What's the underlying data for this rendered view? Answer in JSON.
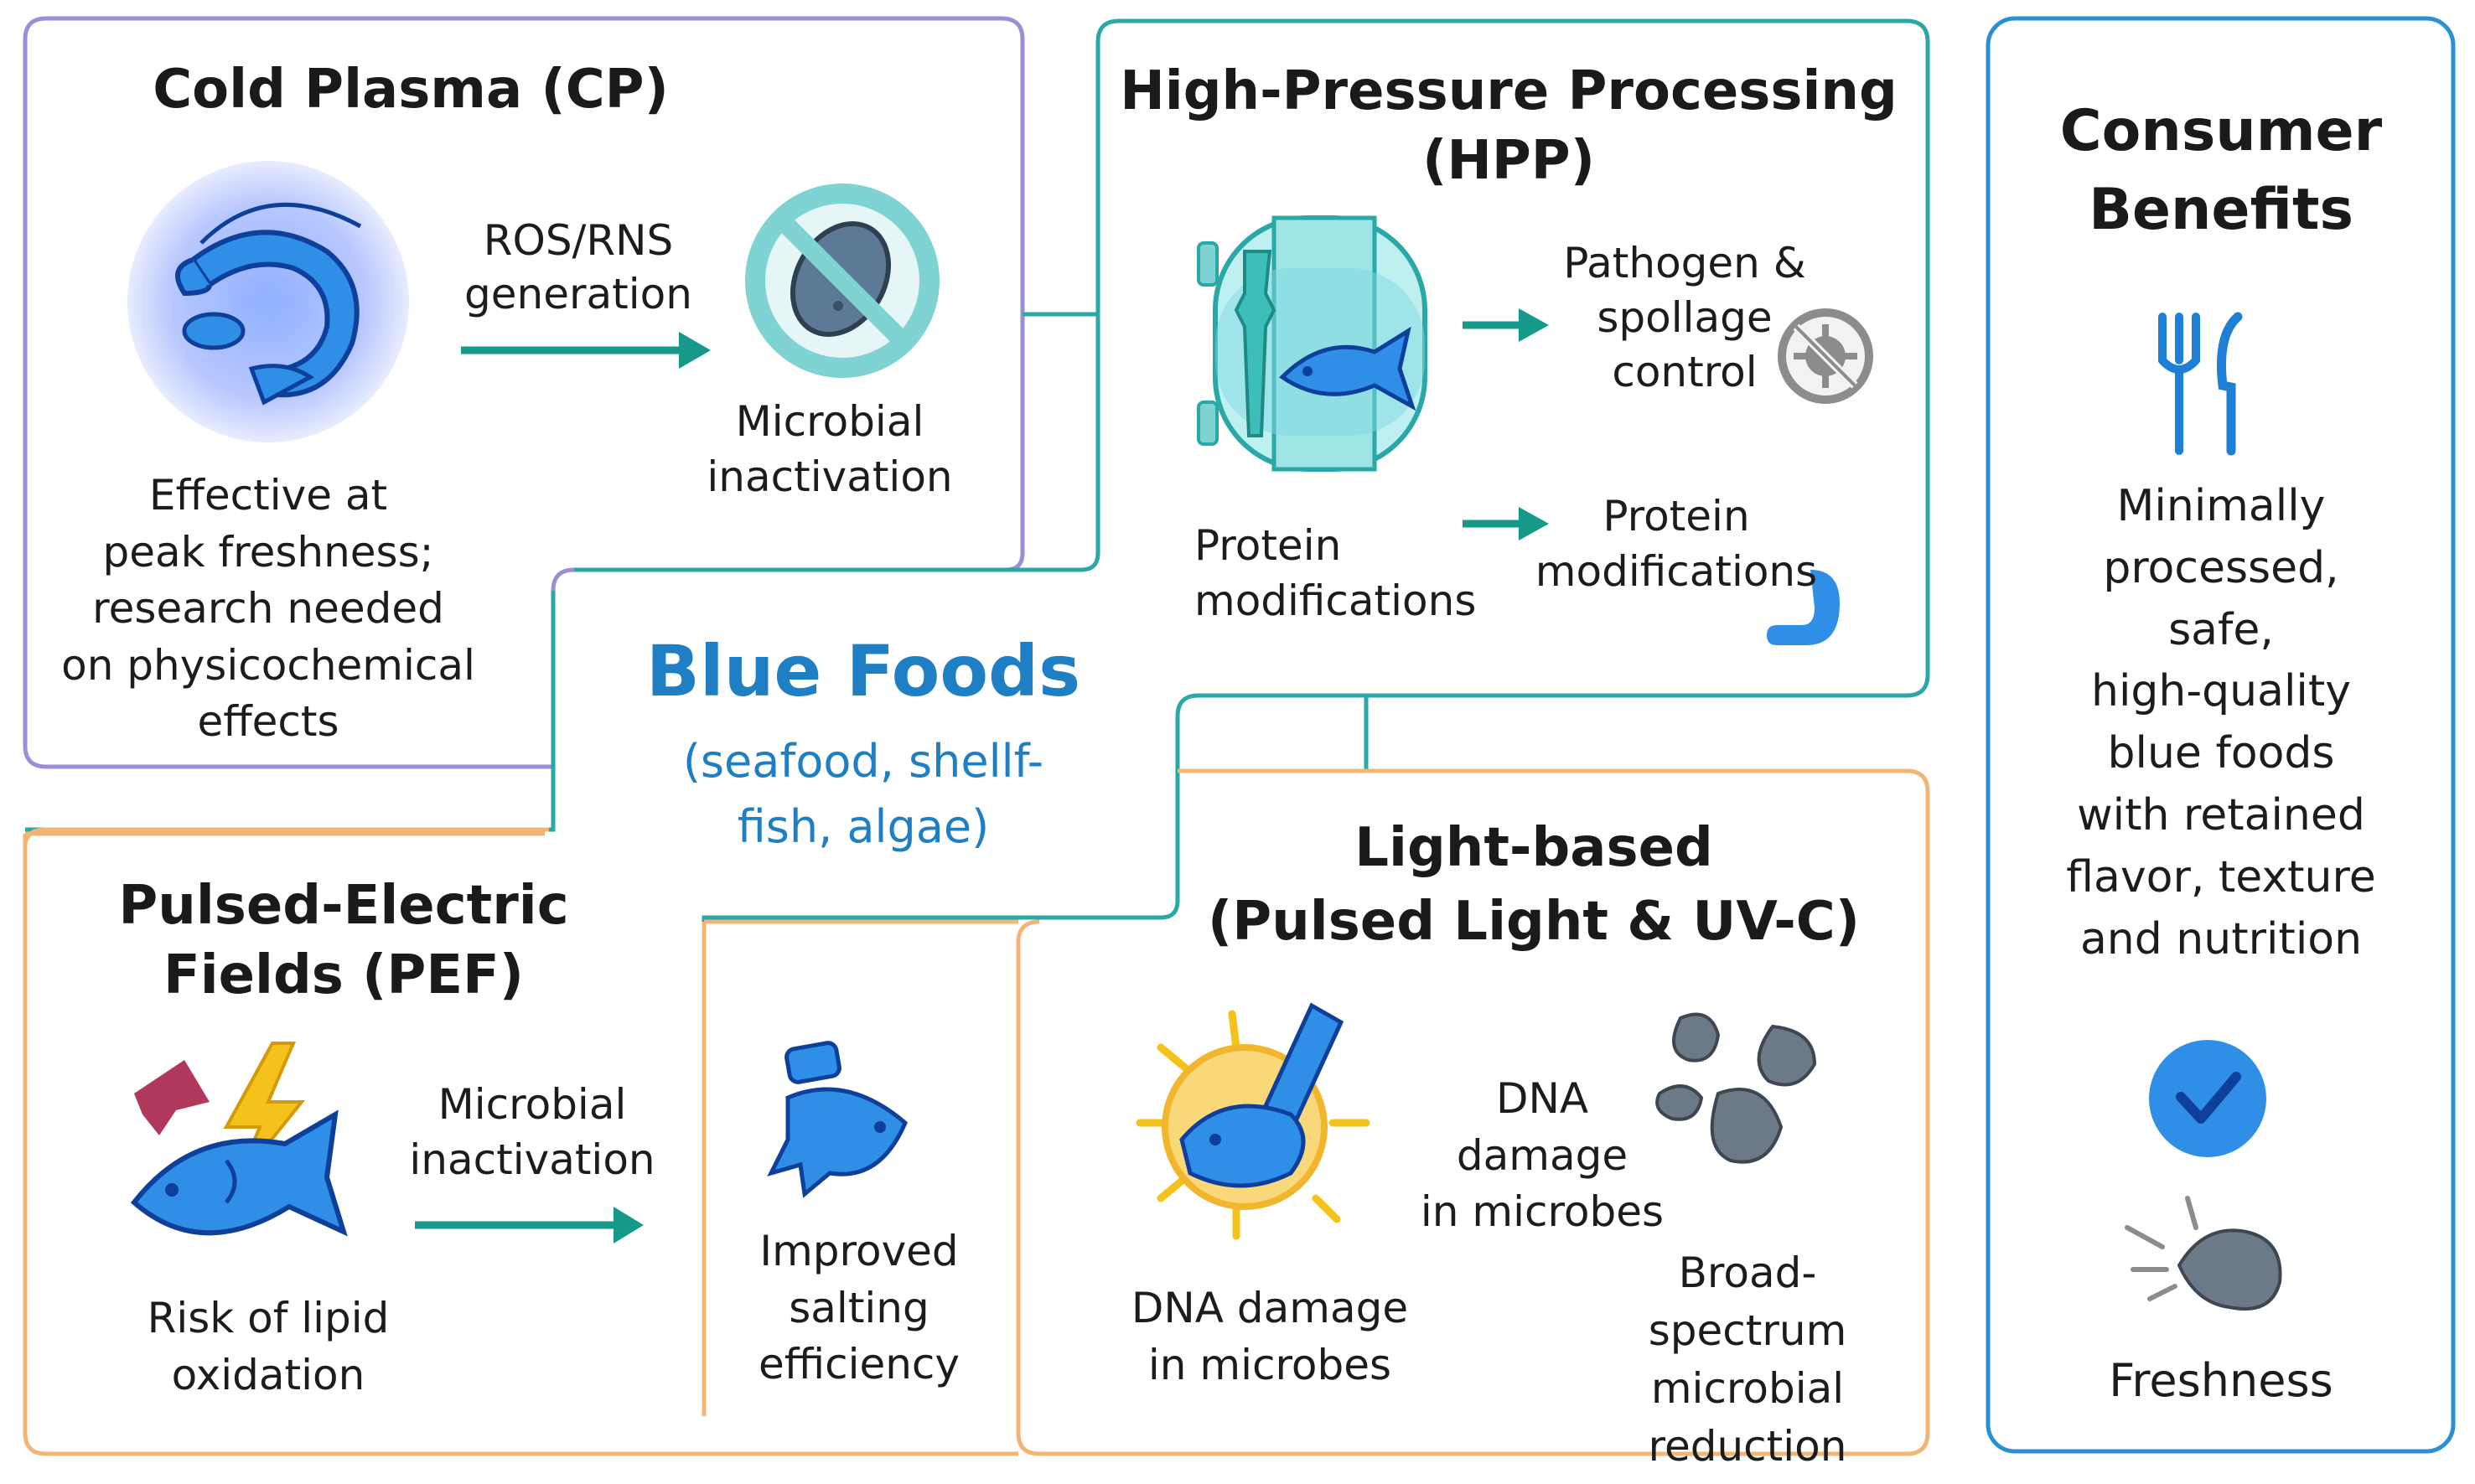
{
  "hub": {
    "title": "Blue Foods",
    "subtitle_lines": [
      "(seafood, shellf-",
      "fish, algae)"
    ]
  },
  "cold_plasma": {
    "title": "Cold Plasma (CP)",
    "arrow_label_lines": [
      "ROS/RNS",
      "generation"
    ],
    "result_lines": [
      "Microbial",
      "inactivation"
    ],
    "note_lines": [
      "Effective at",
      "peak freshness;",
      "research needed",
      "on physicochemical",
      "effects"
    ]
  },
  "hpp": {
    "title_lines": [
      "High-Pressure Processing",
      "(HPP)"
    ],
    "result1_lines": [
      "Pathogen &",
      "spollage",
      "control"
    ],
    "left_label_lines": [
      "Protein",
      "modifications"
    ],
    "result2_lines": [
      "Protein",
      "modifications"
    ]
  },
  "consumer": {
    "title_lines": [
      "Consumer",
      "Benefits"
    ],
    "desc_lines": [
      "Minimally",
      "processed,",
      "safe,",
      "high-quality",
      "blue foods",
      "with retained",
      "flavor, texture",
      "and nutrition"
    ],
    "freshness": "Freshness"
  },
  "pef": {
    "title_lines": [
      "Pulsed-Electric",
      "Fields (PEF)"
    ],
    "arrow_label_lines": [
      "Microbial",
      "inactivation"
    ],
    "note_lines": [
      "Risk of lipid",
      "oxidation"
    ],
    "result_lines": [
      "Improved",
      "salting",
      "efficiency"
    ]
  },
  "light": {
    "title_lines": [
      "Light-based",
      "(Pulsed Light & UV-C)"
    ],
    "left_lines": [
      "DNA damage",
      "in microbes"
    ],
    "mid_lines": [
      "DNA",
      "damage",
      "in microbes"
    ],
    "right_lines": [
      "Broad-",
      "spectrum",
      "microbial",
      "reduction"
    ]
  },
  "colors": {
    "cp_border": "#9a8fd6",
    "hpp_border": "#2aa7a7",
    "consumer_border": "#2b8fd3",
    "pef_border": "#f3b575",
    "light_border": "#f3b575",
    "arrow": "#159a8a",
    "hub_text": "#1f7fc4",
    "icon_blue": "#2f8fe6"
  },
  "icons": [
    "shrimp-icon",
    "no-microbe-icon",
    "hpp-vessel-icon",
    "no-pathogen-icon",
    "protein-icon",
    "fork-knife-icon",
    "check-badge-icon",
    "fresh-fish-icon",
    "lightning-fish-icon",
    "salted-fish-icon",
    "uv-sun-fish-icon",
    "microbe-cluster-icon"
  ]
}
